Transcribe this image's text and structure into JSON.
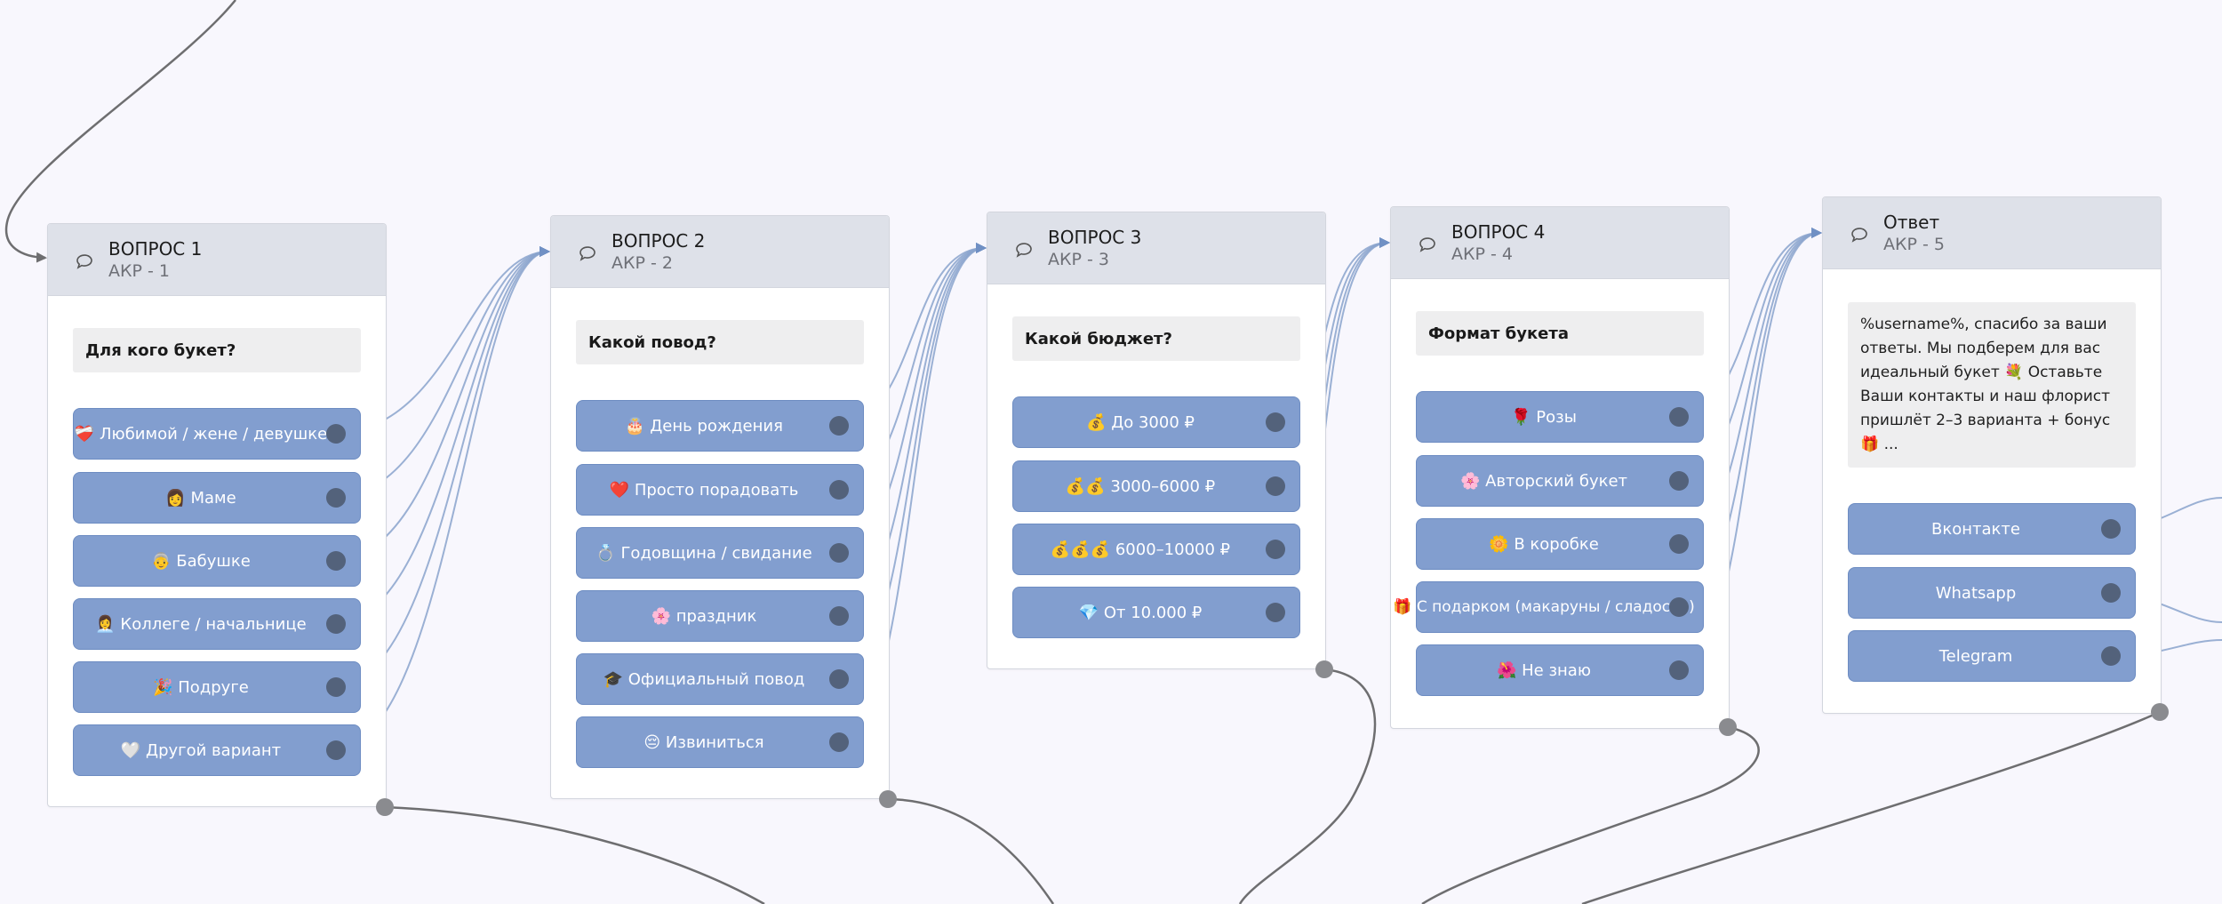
{
  "colors": {
    "background": "#f8f7fd",
    "header": "#dee1e9",
    "option_fill": "#829ecf",
    "option_dot": "#53627b",
    "wire_option": "#8aa3cc",
    "wire_flow": "#6e6e70"
  },
  "nodes": [
    {
      "title": "ВОПРОС 1",
      "subtitle": "АКР - 1",
      "icon": "chat-bubble-icon",
      "question": "Для кого букет?",
      "options": [
        {
          "emoji": "❤️‍🩹",
          "label": "Любимой / жене / девушке"
        },
        {
          "emoji": "👩",
          "label": "Маме"
        },
        {
          "emoji": "👵",
          "label": "Бабушке"
        },
        {
          "emoji": "👩‍💼",
          "label": "Коллеге / начальнице"
        },
        {
          "emoji": "🎉",
          "label": "Подруге"
        },
        {
          "emoji": "🤍",
          "label": "Другой вариант"
        }
      ]
    },
    {
      "title": "ВОПРОС 2",
      "subtitle": "АКР - 2",
      "icon": "chat-bubble-icon",
      "question": "Какой повод?",
      "options": [
        {
          "emoji": "🎂",
          "label": "День рождения"
        },
        {
          "emoji": "❤️",
          "label": "Просто порадовать"
        },
        {
          "emoji": "💍",
          "label": "Годовщина / свидание"
        },
        {
          "emoji": "🌸",
          "label": "праздник"
        },
        {
          "emoji": "🎓",
          "label": "Официальный повод"
        },
        {
          "emoji": "😔",
          "label": "Извиниться"
        }
      ]
    },
    {
      "title": "ВОПРОС 3",
      "subtitle": "АКР - 3",
      "icon": "chat-bubble-icon",
      "question": "Какой бюджет?",
      "options": [
        {
          "emoji": "💰",
          "label": "До 3000 ₽"
        },
        {
          "emoji": "💰💰",
          "label": "3000–6000 ₽"
        },
        {
          "emoji": "💰💰💰",
          "label": "6000–10000 ₽"
        },
        {
          "emoji": "💎",
          "label": "От 10.000 ₽"
        }
      ]
    },
    {
      "title": "ВОПРОС 4",
      "subtitle": "АКР - 4",
      "icon": "chat-bubble-icon",
      "question": "Формат букета",
      "options": [
        {
          "emoji": "🌹",
          "label": "Розы"
        },
        {
          "emoji": "🌸",
          "label": "Авторский букет"
        },
        {
          "emoji": "🌼",
          "label": "В коробке"
        },
        {
          "emoji": "🎁",
          "label": "С подарком (макаруны / сладости)"
        },
        {
          "emoji": "🌺",
          "label": "Не знаю"
        }
      ]
    },
    {
      "title": "Ответ",
      "subtitle": "АКР - 5",
      "icon": "chat-bubble-icon",
      "text": "%username%, спасибо за ваши ответы. Мы подберем для вас идеальный букет 💐 Оставьте Ваши контакты и наш флорист пришлёт 2–3 варианта + бонус 🎁 ...",
      "options": [
        {
          "emoji": "",
          "label": "Вконтакте"
        },
        {
          "emoji": "",
          "label": "Whatsapp"
        },
        {
          "emoji": "",
          "label": "Telegram"
        }
      ]
    }
  ]
}
